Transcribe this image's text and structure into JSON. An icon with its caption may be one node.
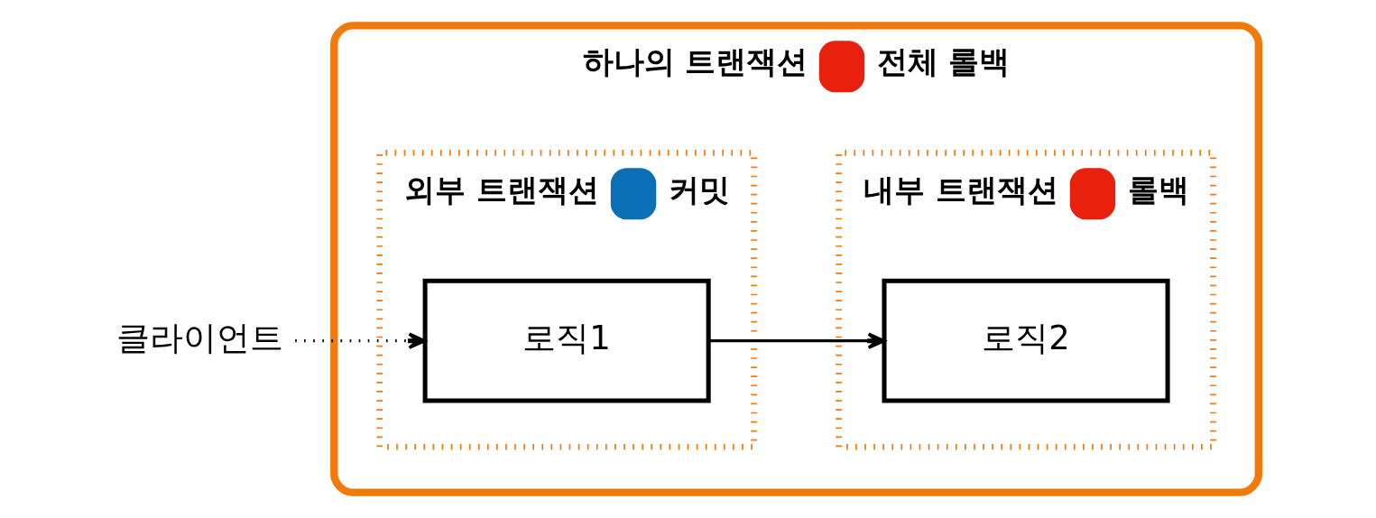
{
  "diagram": {
    "nodes": [
      {
        "text": [
          "하나의 트랜잭션",
          "전체 롤백"
        ]
      },
      {
        "text": [
          "외부 트랜잭션",
          "커밋"
        ],
        "in": 0
      },
      {
        "text": [
          "로직1"
        ],
        "in": 1
      },
      {
        "text": [
          "내부 트랜잭션",
          "롤백"
        ],
        "in": 0
      },
      {
        "text": [
          "로직2"
        ],
        "in": 3
      },
      {
        "text": [
          "클라이언트"
        ]
      }
    ],
    "edges": [
      {
        "from": 5,
        "to": 2,
        "arrow": "to",
        "style": "dashed"
      },
      {
        "from": 2,
        "to": 4,
        "arrow": "to"
      }
    ]
  }
}
